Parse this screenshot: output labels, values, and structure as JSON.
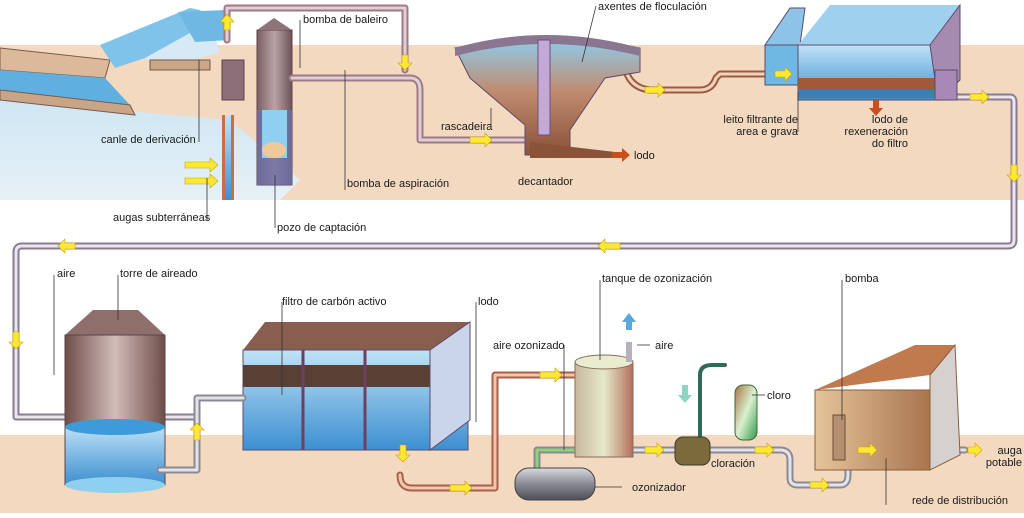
{
  "title": "Water treatment process diagram",
  "colors": {
    "ground": "#f3d9c0",
    "water": "#6fb8e3",
    "pipe": "#b9b3c2",
    "pipe_copper": "#c98e6e",
    "flow_arrow": "#ffe834",
    "sludge_arrow": "#c8501e",
    "tank": "#8a6f72"
  },
  "labels": {
    "bomba_baleiro": "bomba de baleiro",
    "canle_derivacion": "canle de derivación",
    "bomba_aspiracion": "bomba de aspiración",
    "augas_subterraneas": "augas subterráneas",
    "pozo_captacion": "pozo de captación",
    "axentes_floculacion": "axentes de floculación",
    "rascadeira": "rascadeira",
    "lodo_decantador": "lodo",
    "decantador": "decantador",
    "leito_filtrante_1": "leito filtrante de",
    "leito_filtrante_2": "area e grava",
    "lodo_rexeneracion_1": "lodo de",
    "lodo_rexeneracion_2": "rexeneración",
    "lodo_rexeneracion_3": "do filtro",
    "aire_torre": "aire",
    "torre_aireado": "torre de aireado",
    "filtro_carbon": "filtro de carbón activo",
    "lodo_filtro": "lodo",
    "tanque_ozonizacion": "tanque de ozonización",
    "aire_ozonizado": "aire ozonizado",
    "aire_tanque": "aire",
    "ozonizador": "ozonizador",
    "cloro": "cloro",
    "cloracion": "cloración",
    "bomba": "bomba",
    "auga_potable_1": "auga",
    "auga_potable_2": "potable",
    "rede_distribucion": "rede de distribución"
  }
}
